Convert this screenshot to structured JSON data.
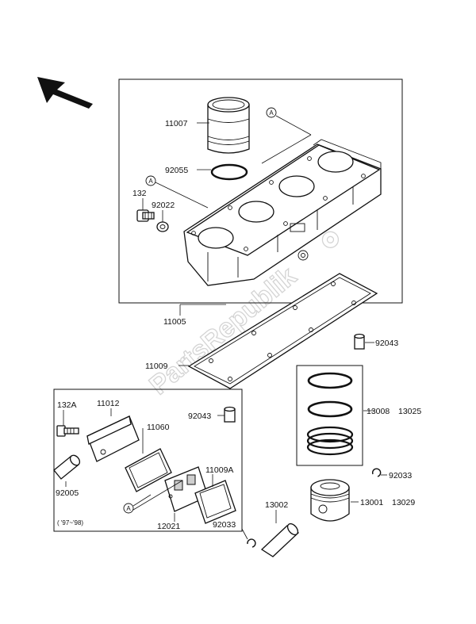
{
  "labels": {
    "p11007": "11007",
    "p92055": "92055",
    "p132": "132",
    "p92022": "92022",
    "p11005": "11005",
    "p11009": "11009",
    "p92043a": "92043",
    "p92043b": "92043",
    "p13008": "13008",
    "p13025": "13025",
    "p92033a": "92033",
    "p92033b": "92033",
    "p13001": "13001",
    "p13029": "13029",
    "p13002": "13002",
    "p132A": "132A",
    "p11012": "11012",
    "p11060": "11060",
    "p92005": "92005",
    "p11009A": "11009A",
    "p12021": "12021"
  },
  "callouts": {
    "a1": "A",
    "a2": "A",
    "a3": "A"
  },
  "note": "( '97~'98)",
  "watermark": "PartsRepublik"
}
